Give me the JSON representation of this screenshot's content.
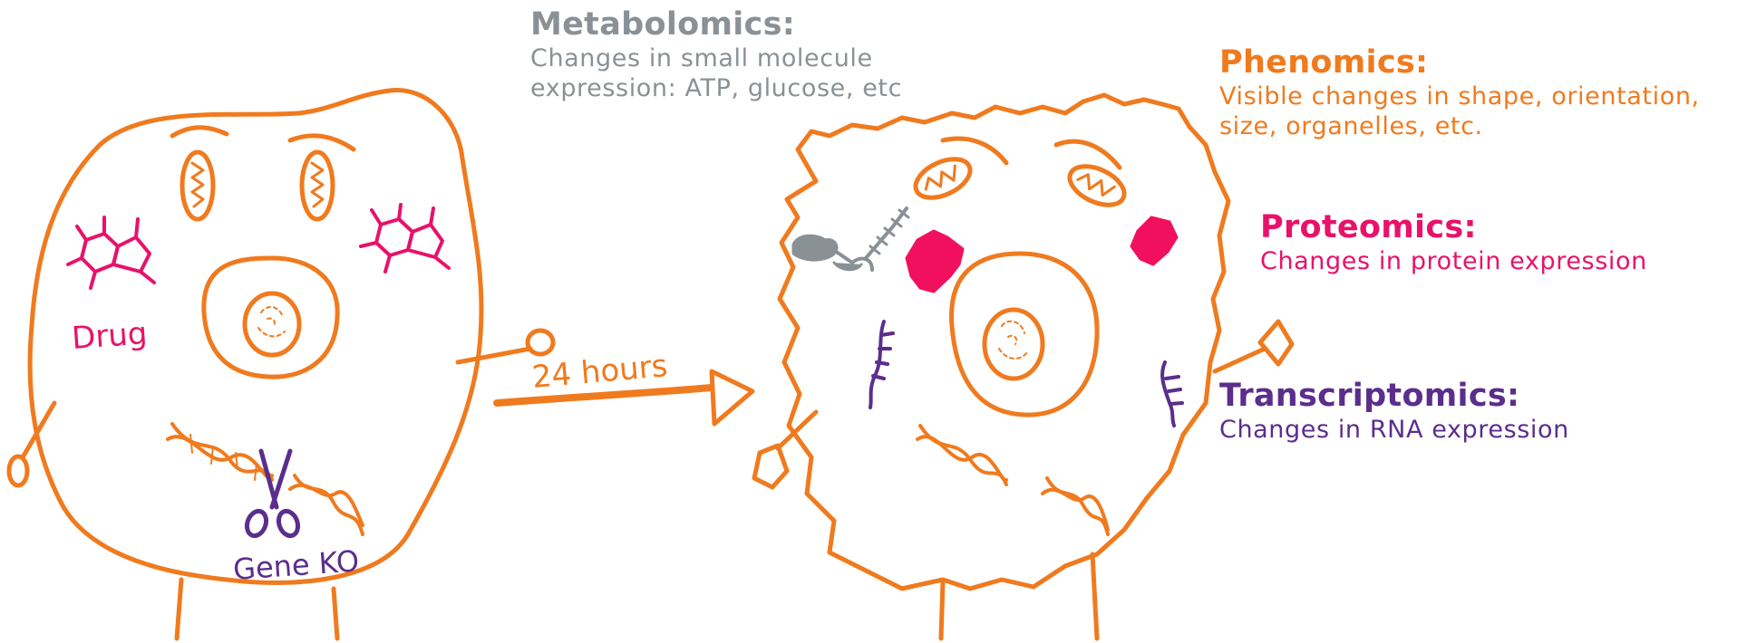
{
  "labels": {
    "drug": "Drug",
    "gene_ko": "Gene KO",
    "time": "24 hours"
  },
  "annotations": {
    "metabolomics": {
      "title": "Metabolomics:",
      "lines": [
        "Changes in small molecule",
        "expression: ATP, glucose, etc"
      ]
    },
    "phenomics": {
      "title": "Phenomics:",
      "lines": [
        "Visible changes in shape, orientation,",
        "size, organelles, etc."
      ]
    },
    "proteomics": {
      "title": "Proteomics:",
      "lines": [
        "Changes in protein expression"
      ]
    },
    "transcriptomics": {
      "title": "Transcriptomics:",
      "lines": [
        "Changes in RNA expression"
      ]
    }
  },
  "colors": {
    "cell": "#f07a1e",
    "drug": "#e8126a",
    "protein": "#f0105e",
    "gene": "#5b2e8c",
    "metabolite": "#8a9196"
  }
}
